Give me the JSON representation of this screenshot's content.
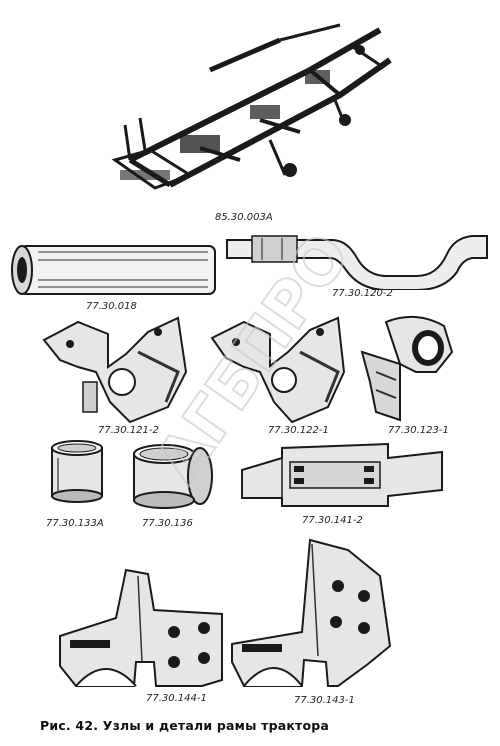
{
  "parts": {
    "frame_assembly": "85.30.003A",
    "tube": "77.30.018",
    "spar": "77.30.120-2",
    "bracket_left": "77.30.121-2",
    "bracket_right": "77.30.122-1",
    "clamp": "77.30.123-1",
    "bushing_small": "77.30.133A",
    "bushing_flanged": "77.30.136",
    "crossbar": "77.30.141-2",
    "support_left": "77.30.144-1",
    "support_right": "77.30.143-1"
  },
  "caption": "Рис. 42. Узлы и детали рамы трактора",
  "watermark": "АГБПРО"
}
